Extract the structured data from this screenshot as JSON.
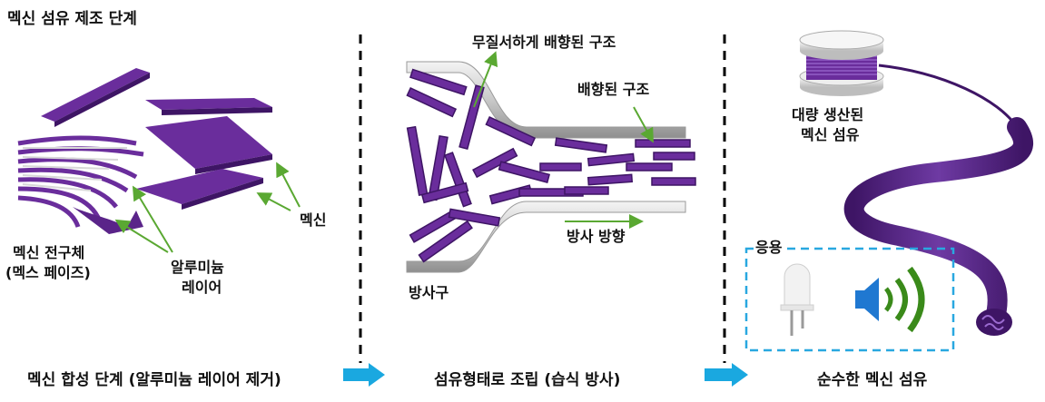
{
  "title": "멕신 섬유 제조 단계",
  "panel1": {
    "mxene_label": "멕신",
    "precursor_label_1": "멕신 전구체",
    "precursor_label_2": "(멕스 페이즈)",
    "al_layer_label_1": "알루미늄",
    "al_layer_label_2": "레이어"
  },
  "panel2": {
    "disordered_label": "무질서하게 배향된 구조",
    "aligned_label": "배향된 구조",
    "spin_direction_label": "방사 방향",
    "spinneret_label": "방사구"
  },
  "panel3": {
    "mass_produced_label_1": "대량 생산된",
    "mass_produced_label_2": "멕신 섬유",
    "applications_label": "응용"
  },
  "steps": [
    {
      "label": "멕신 합성 단계 (알루미늄 레이어 제거)"
    },
    {
      "label": "섬유형태로 조립 (습식 방사)"
    },
    {
      "label": "순수한 멕신 섬유"
    }
  ],
  "colors": {
    "mxene_purple": "#6a2d9c",
    "mxene_dark": "#3e1565",
    "arrow_green": "#5aa832",
    "step_arrow_blue": "#1aa8e0",
    "app_box_border": "#29a8e0",
    "speaker_blue": "#1f78d1",
    "wave_green": "#3a8a1a"
  }
}
